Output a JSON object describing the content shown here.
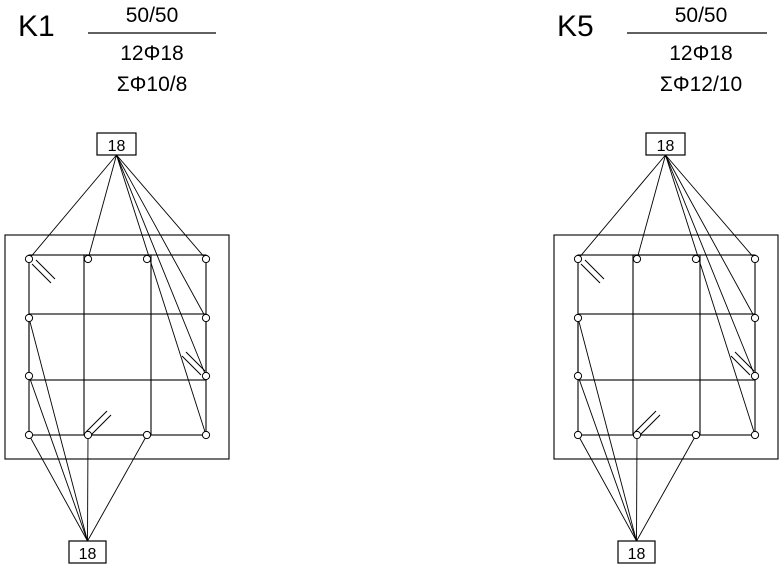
{
  "columns": [
    {
      "name": "K1",
      "section": "50/50",
      "rebar": "12Φ18",
      "stirrups": "ΣΦ10/8",
      "top_tag": "18",
      "bottom_tag": "18"
    },
    {
      "name": "K5",
      "section": "50/50",
      "rebar": "12Φ18",
      "stirrups": "ΣΦ12/10",
      "top_tag": "18",
      "bottom_tag": "18"
    }
  ],
  "colors": {
    "line": "#000000",
    "background": "#ffffff"
  }
}
